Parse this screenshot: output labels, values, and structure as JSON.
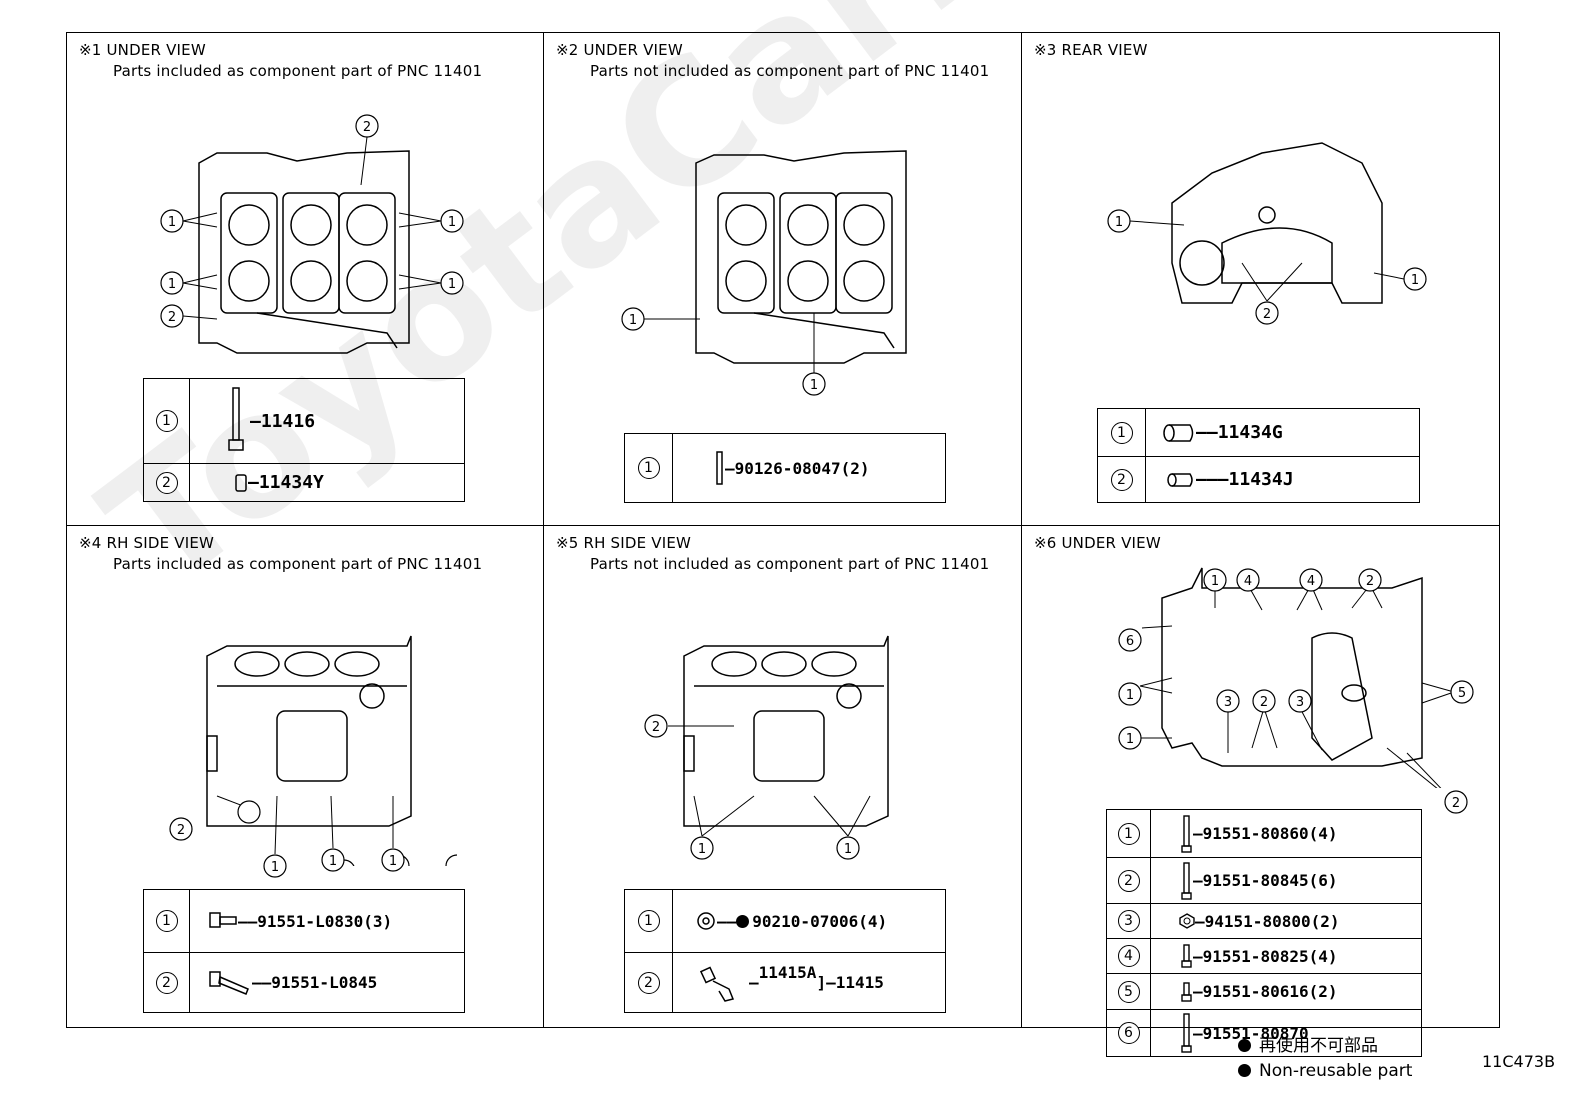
{
  "watermark": "ToyotaCarMine.ru",
  "panels": {
    "p1": {
      "title": "※1 UNDER VIEW",
      "subtitle": "Parts included as component part of PNC 11401",
      "rows": [
        {
          "num": "1",
          "part": "11416"
        },
        {
          "num": "2",
          "part": "11434Y"
        }
      ]
    },
    "p2": {
      "title": "※2 UNDER VIEW",
      "subtitle": "Parts not included as component part of PNC 11401",
      "rows": [
        {
          "num": "1",
          "part": "90126-08047(2)"
        }
      ]
    },
    "p3": {
      "title": "※3 REAR VIEW",
      "subtitle": "",
      "rows": [
        {
          "num": "1",
          "part": "11434G"
        },
        {
          "num": "2",
          "part": "11434J"
        }
      ]
    },
    "p4": {
      "title": "※4 RH SIDE VIEW",
      "subtitle": "Parts included as component part of PNC 11401",
      "rows": [
        {
          "num": "1",
          "part": "91551-L0830(3)"
        },
        {
          "num": "2",
          "part": "91551-L0845"
        }
      ]
    },
    "p5": {
      "title": "※5 RH SIDE VIEW",
      "subtitle": "Parts not included as component part of PNC 11401",
      "rows": [
        {
          "num": "1",
          "part": "90210-07006(4)"
        },
        {
          "num": "2",
          "part_a": "11415A",
          "part_b": "11415"
        }
      ]
    },
    "p6": {
      "title": "※6 UNDER VIEW",
      "subtitle": "",
      "rows": [
        {
          "num": "1",
          "part": "91551-80860(4)"
        },
        {
          "num": "2",
          "part": "91551-80845(6)"
        },
        {
          "num": "3",
          "part": "94151-80800(2)"
        },
        {
          "num": "4",
          "part": "91551-80825(4)"
        },
        {
          "num": "5",
          "part": "91551-80616(2)"
        },
        {
          "num": "6",
          "part": "91551-80870"
        }
      ]
    }
  },
  "legend": {
    "line1": "再使用不可部品",
    "line2": "Non-reusable part"
  },
  "figure_id": "11C473B",
  "callouts": {
    "n1": "1",
    "n2": "2",
    "n3": "3",
    "n4": "4",
    "n5": "5",
    "n6": "6"
  }
}
